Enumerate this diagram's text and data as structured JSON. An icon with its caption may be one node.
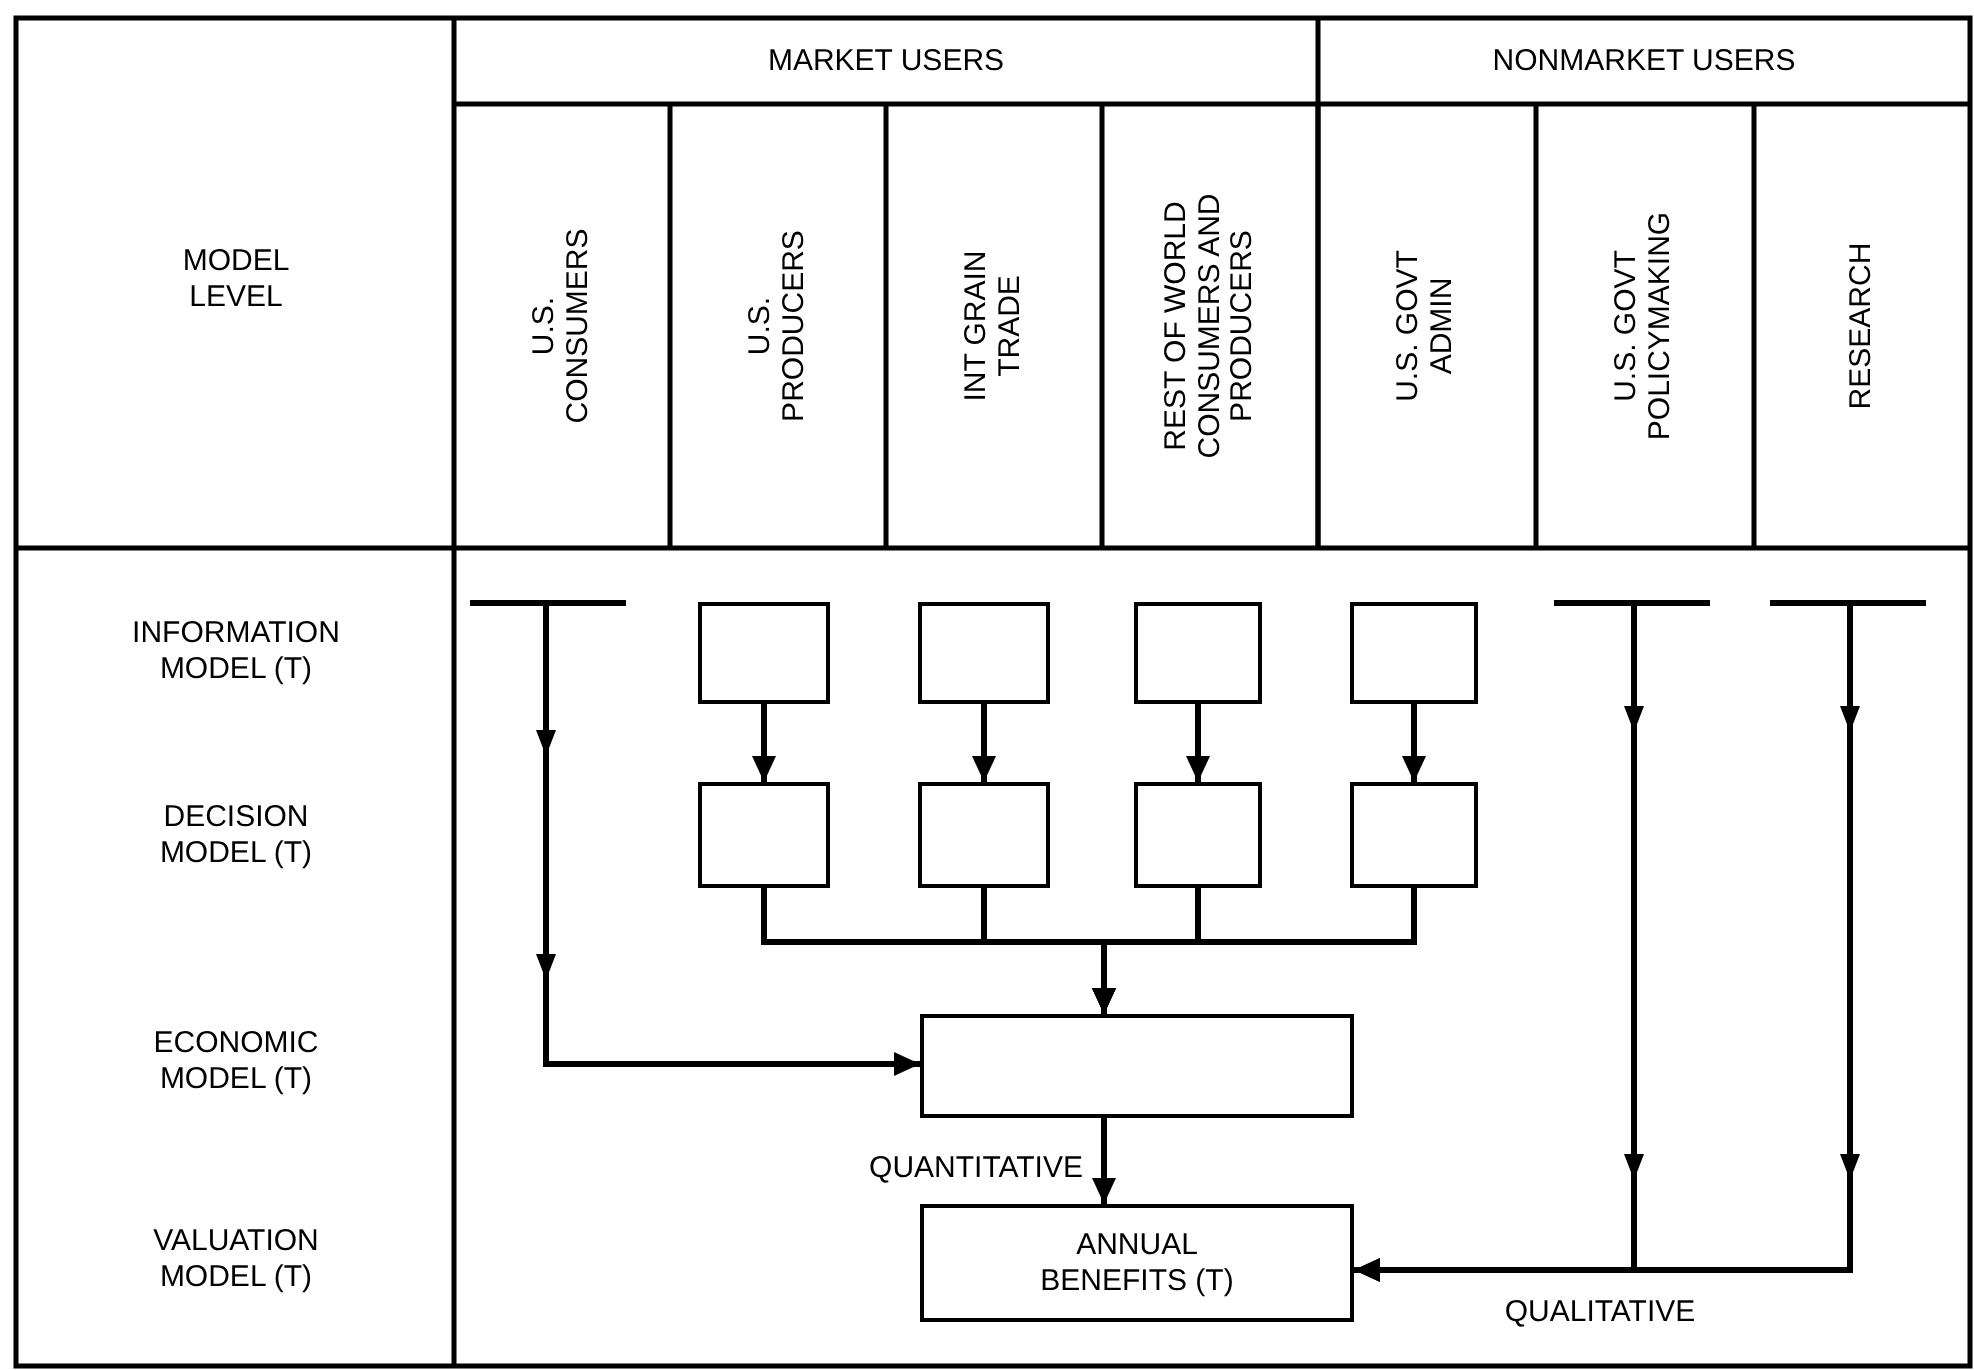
{
  "diagram": {
    "nodes": [
      {
        "text": [],
        "shape": "bar"
      },
      {
        "text": [],
        "shape": "box"
      },
      {
        "text": [],
        "shape": "box"
      },
      {
        "text": [],
        "shape": "box"
      },
      {
        "text": [],
        "shape": "box"
      },
      {
        "text": [],
        "shape": "bar"
      },
      {
        "text": [],
        "shape": "bar"
      },
      {
        "text": [],
        "shape": "box"
      },
      {
        "text": [],
        "shape": "box"
      },
      {
        "text": [],
        "shape": "box"
      },
      {
        "text": [],
        "shape": "box"
      },
      {
        "text": [],
        "shape": "box"
      },
      {
        "text": [
          "ANNUAL BENEFITS (T)"
        ]
      }
    ],
    "edges": [
      {
        "from": 0,
        "to": 11,
        "arrow": "to"
      },
      {
        "from": 1,
        "to": 7,
        "arrow": "to"
      },
      {
        "from": 2,
        "to": 8,
        "arrow": "to"
      },
      {
        "from": 3,
        "to": 9,
        "arrow": "to"
      },
      {
        "from": 4,
        "to": 10,
        "arrow": "to"
      },
      {
        "from": 7,
        "to": 11,
        "arrow": "to"
      },
      {
        "from": 8,
        "to": 11,
        "arrow": "to"
      },
      {
        "from": 9,
        "to": 11,
        "arrow": "to"
      },
      {
        "from": 10,
        "to": 11,
        "arrow": "to"
      },
      {
        "from": 11,
        "to": 12,
        "arrow": "to",
        "label": "QUANTITATIVE"
      },
      {
        "from": 5,
        "to": 12,
        "arrow": "to"
      },
      {
        "from": 6,
        "to": 12,
        "arrow": "to",
        "label": "QUALITATIVE"
      }
    ],
    "labels": [
      "MARKET USERS",
      "NONMARKET USERS",
      "MODEL LEVEL",
      "U.S. CONSUMERS",
      "U.S. PRODUCERS",
      "INT GRAIN TRADE",
      "REST OF WORLD CONSUMERS AND PRODUCERS",
      "U.S. GOVT ADMIN",
      "U.S. GOVT POLICYMAKING",
      "RESEARCH",
      "INFORMATION MODEL (T)",
      "DECISION MODEL (T)",
      "ECONOMIC MODEL (T)",
      "VALUATION MODEL (T)"
    ]
  }
}
